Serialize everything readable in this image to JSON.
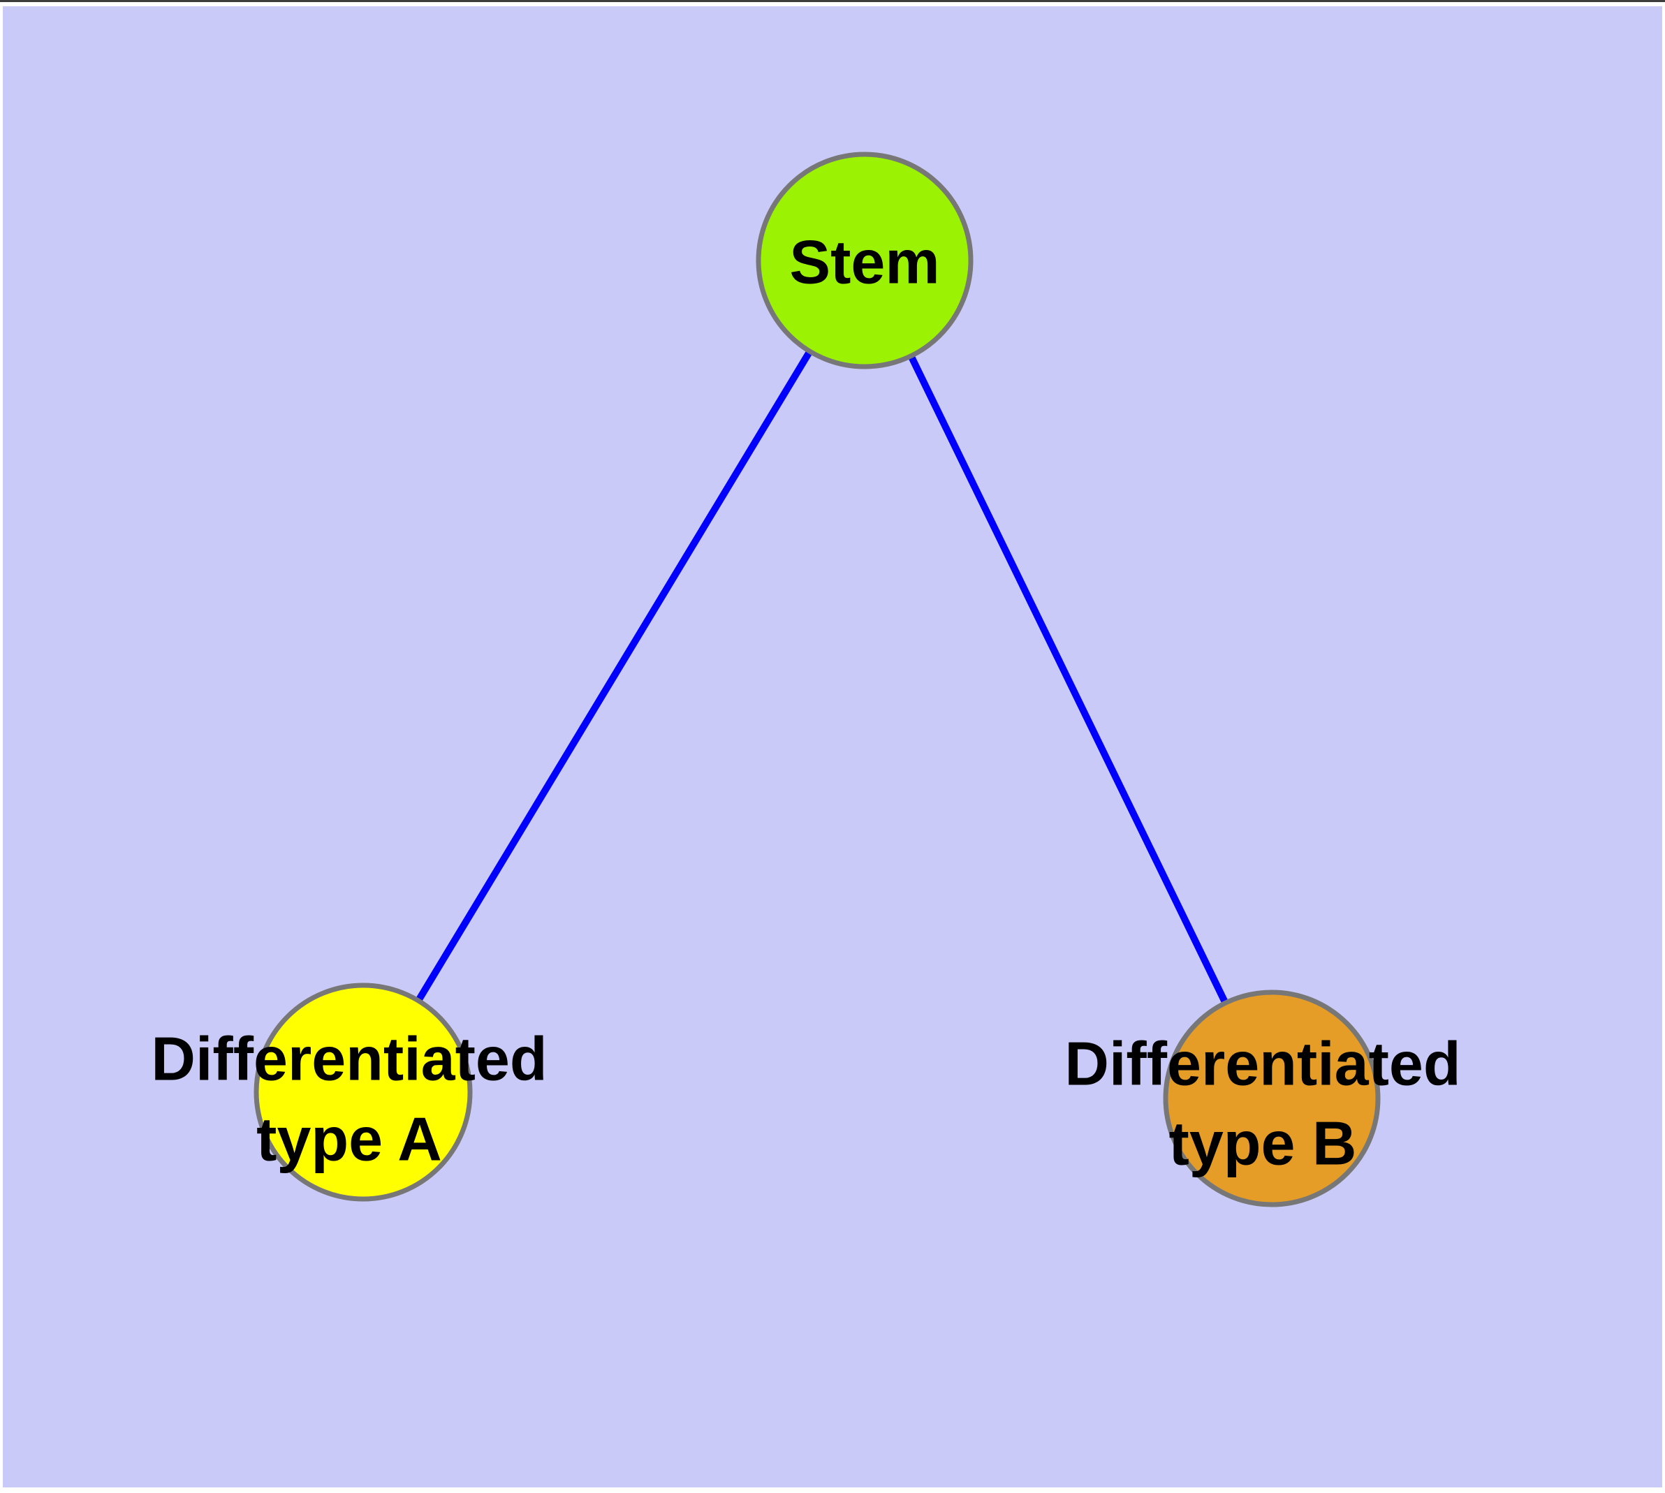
{
  "diagram": {
    "type": "node-link-graph",
    "background_color": "#cacaf8",
    "frame": {
      "edge_color": "#ffffff",
      "top_line_color": "#3c3c3c"
    },
    "styles": {
      "edge_color": "#0000ff",
      "node_border_color": "#777777",
      "label_color": "#000000"
    },
    "nodes": [
      {
        "id": "stem",
        "label": "Stem",
        "fill_color": "#9bf203"
      },
      {
        "id": "differentiated-type-a",
        "label": "Differentiated type A",
        "label_line1": "Differentiated",
        "label_line2": "type A",
        "fill_color": "#ffff00"
      },
      {
        "id": "differentiated-type-b",
        "label": "Differentiated type B",
        "label_line1": "Differentiated",
        "label_line2": "type B",
        "fill_color": "#e59d28"
      }
    ],
    "edges": [
      {
        "from": "Stem",
        "to": "Differentiated type A"
      },
      {
        "from": "Stem",
        "to": "Differentiated type B"
      }
    ]
  }
}
